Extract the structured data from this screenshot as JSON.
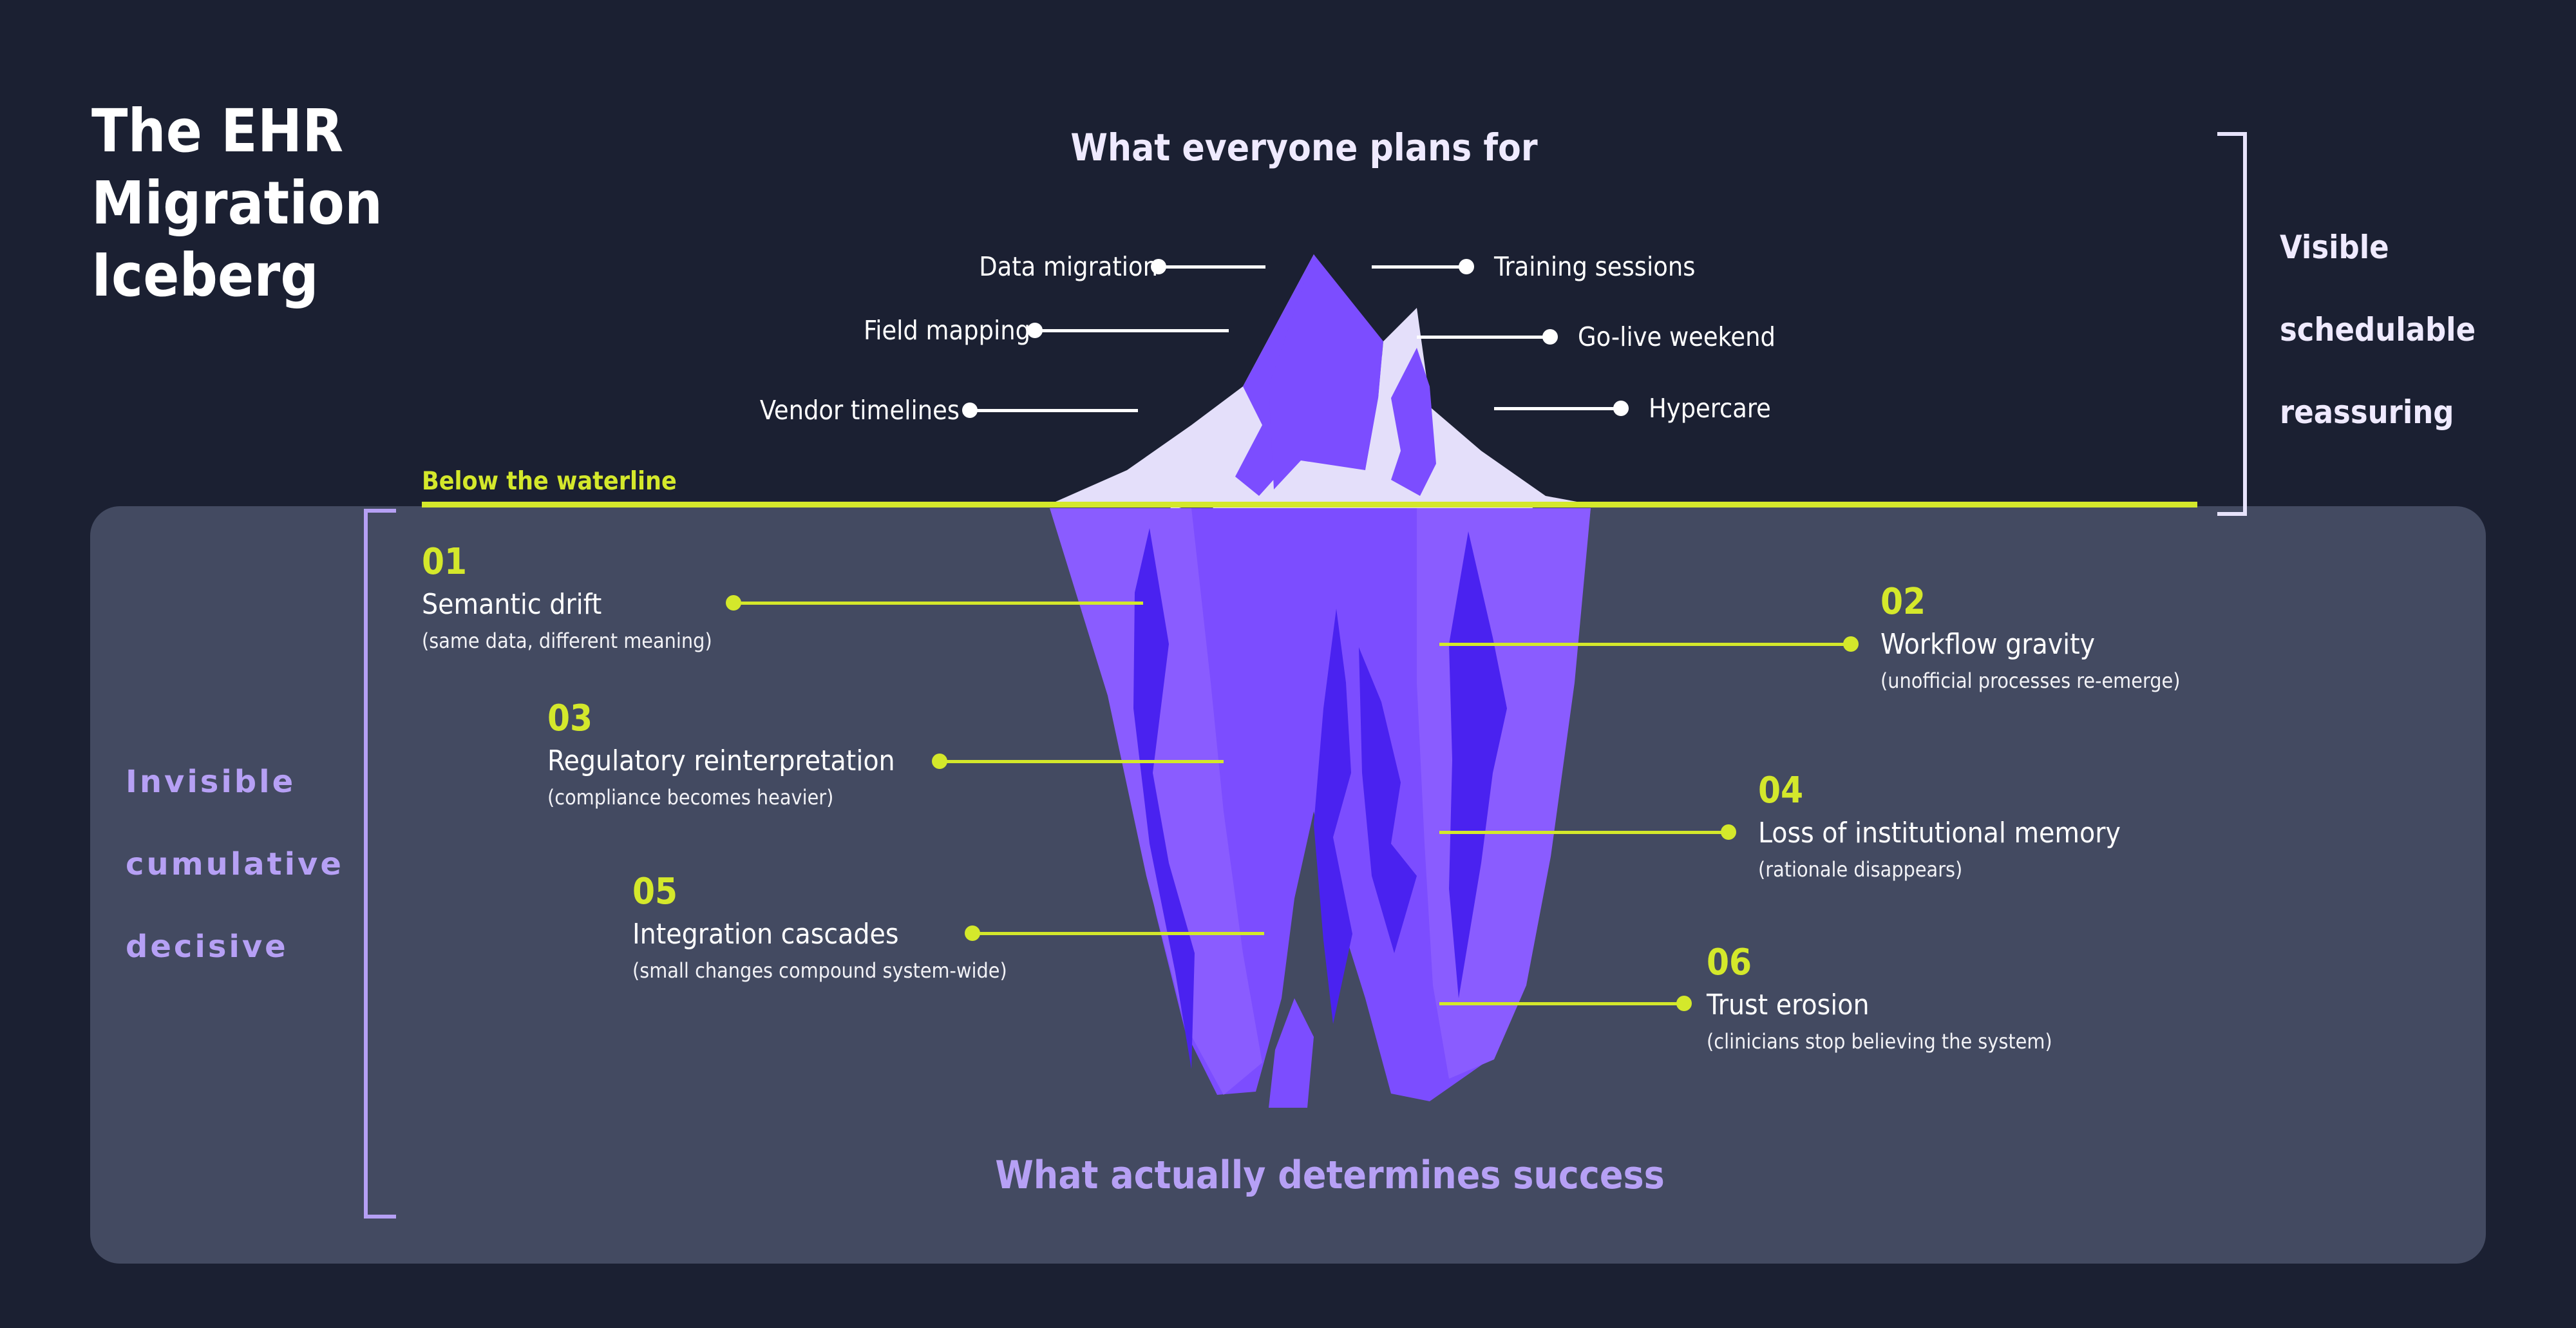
{
  "title": "The EHR Migration Iceberg",
  "headings": {
    "top": "What everyone plans for",
    "bottom": "What actually determines success",
    "waterline": "Below the waterline"
  },
  "colors": {
    "page_bg": "#1b2032",
    "card_bg": "#434a61",
    "accent_lime": "#d4e82b",
    "accent_purple": "#b6a0f5",
    "ice_light": "#e4dffa",
    "ice_mid": "#7c4dff",
    "ice_dark": "#4a22f0",
    "text_white": "#ffffff"
  },
  "visible_labels": [
    {
      "text": "Data migration",
      "side": "left"
    },
    {
      "text": "Field mapping",
      "side": "left"
    },
    {
      "text": "Vendor timelines",
      "side": "left"
    },
    {
      "text": "Training sessions",
      "side": "right"
    },
    {
      "text": "Go-live weekend",
      "side": "right"
    },
    {
      "text": "Hypercare",
      "side": "right"
    }
  ],
  "visible_traits": [
    "Visible",
    "schedulable",
    "reassuring"
  ],
  "hidden_traits": [
    "Invisible",
    "cumulative",
    "decisive"
  ],
  "hidden_items": [
    {
      "num": "01",
      "title": "Semantic drift",
      "sub": "(same data, different meaning)",
      "side": "left"
    },
    {
      "num": "02",
      "title": "Workflow gravity",
      "sub": "(unofficial processes re-emerge)",
      "side": "right"
    },
    {
      "num": "03",
      "title": "Regulatory reinterpretation",
      "sub": "(compliance becomes heavier)",
      "side": "left"
    },
    {
      "num": "04",
      "title": "Loss of institutional memory",
      "sub": "(rationale disappears)",
      "side": "right"
    },
    {
      "num": "05",
      "title": "Integration cascades",
      "sub": "(small changes compound system-wide)",
      "side": "left"
    },
    {
      "num": "06",
      "title": "Trust erosion",
      "sub": "(clinicians stop believing the system)",
      "side": "right"
    }
  ]
}
